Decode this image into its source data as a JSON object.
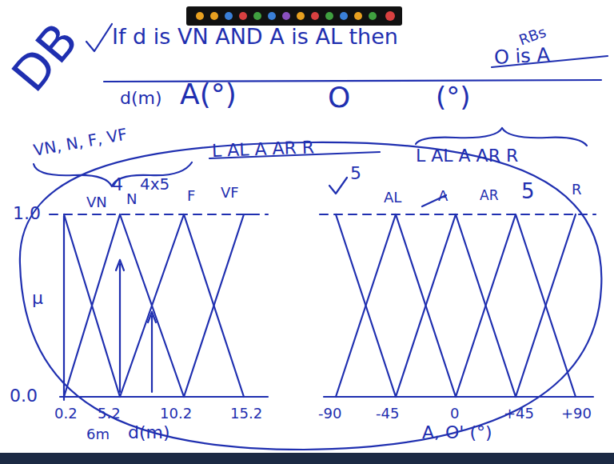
{
  "diagram": {
    "labels": [
      "DB",
      "If d is VN AND A is AL then",
      "RBs",
      "O is A",
      "d(m)",
      "A(°)",
      "O",
      "(°)",
      "VN, N, F, VF",
      "L AL A AR R",
      "L AL A AR R",
      "4",
      "4x5",
      "VN",
      "N",
      "F",
      "VF",
      "5",
      "AL",
      "A",
      "AR",
      "5",
      "R",
      "1.0",
      "μ",
      "0.0",
      "0.2",
      "5.2",
      "10.2",
      "15.2",
      "6m",
      "d(m)",
      "-90",
      "-45",
      "0",
      "+45",
      "+90",
      "A, O' (°)"
    ]
  }
}
